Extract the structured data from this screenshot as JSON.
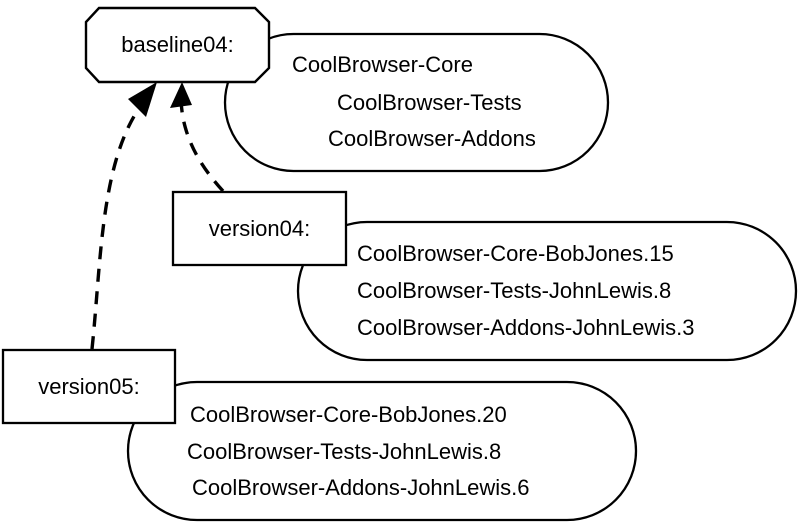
{
  "diagram": {
    "baseline": {
      "label": "baseline04:",
      "components": [
        "CoolBrowser-Core",
        "CoolBrowser-Tests",
        "CoolBrowser-Addons"
      ]
    },
    "version04": {
      "label": "version04:",
      "components": [
        "CoolBrowser-Core-BobJones.15",
        "CoolBrowser-Tests-JohnLewis.8",
        "CoolBrowser-Addons-JohnLewis.3"
      ]
    },
    "version05": {
      "label": "version05:",
      "components": [
        "CoolBrowser-Core-BobJones.20",
        "CoolBrowser-Tests-JohnLewis.8",
        "CoolBrowser-Addons-JohnLewis.6"
      ]
    },
    "colors": {
      "stroke": "#000000",
      "background": "#ffffff"
    }
  }
}
